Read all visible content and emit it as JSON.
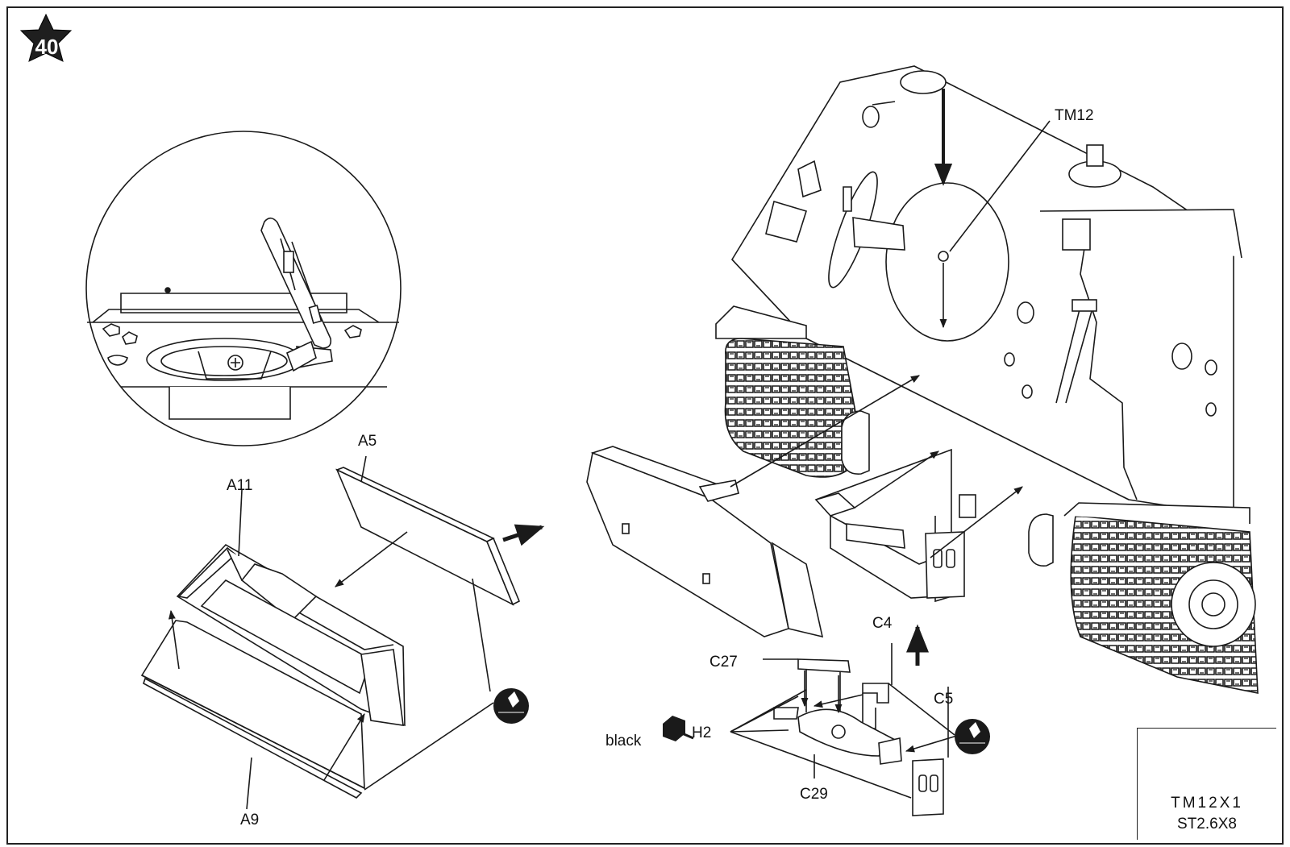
{
  "step": {
    "number": "40"
  },
  "labels": {
    "a5": "A5",
    "a11": "A11",
    "a9": "A9",
    "tm12": "TM12",
    "c4": "C4",
    "c27": "C27",
    "c5": "C5",
    "c29": "C29",
    "h2": "H2",
    "black": "black"
  },
  "screw_box": {
    "quantity": "TM12X1",
    "size": "ST2.6X8"
  },
  "icons": {
    "glue": "cement-glue-icon",
    "screw": "screw-icon",
    "paint": "paint-chip-icon",
    "arrow": "assembly-arrow-icon"
  },
  "colors": {
    "line": "#1a1a1a",
    "background": "#ffffff",
    "badge": "#1a1a1a"
  }
}
